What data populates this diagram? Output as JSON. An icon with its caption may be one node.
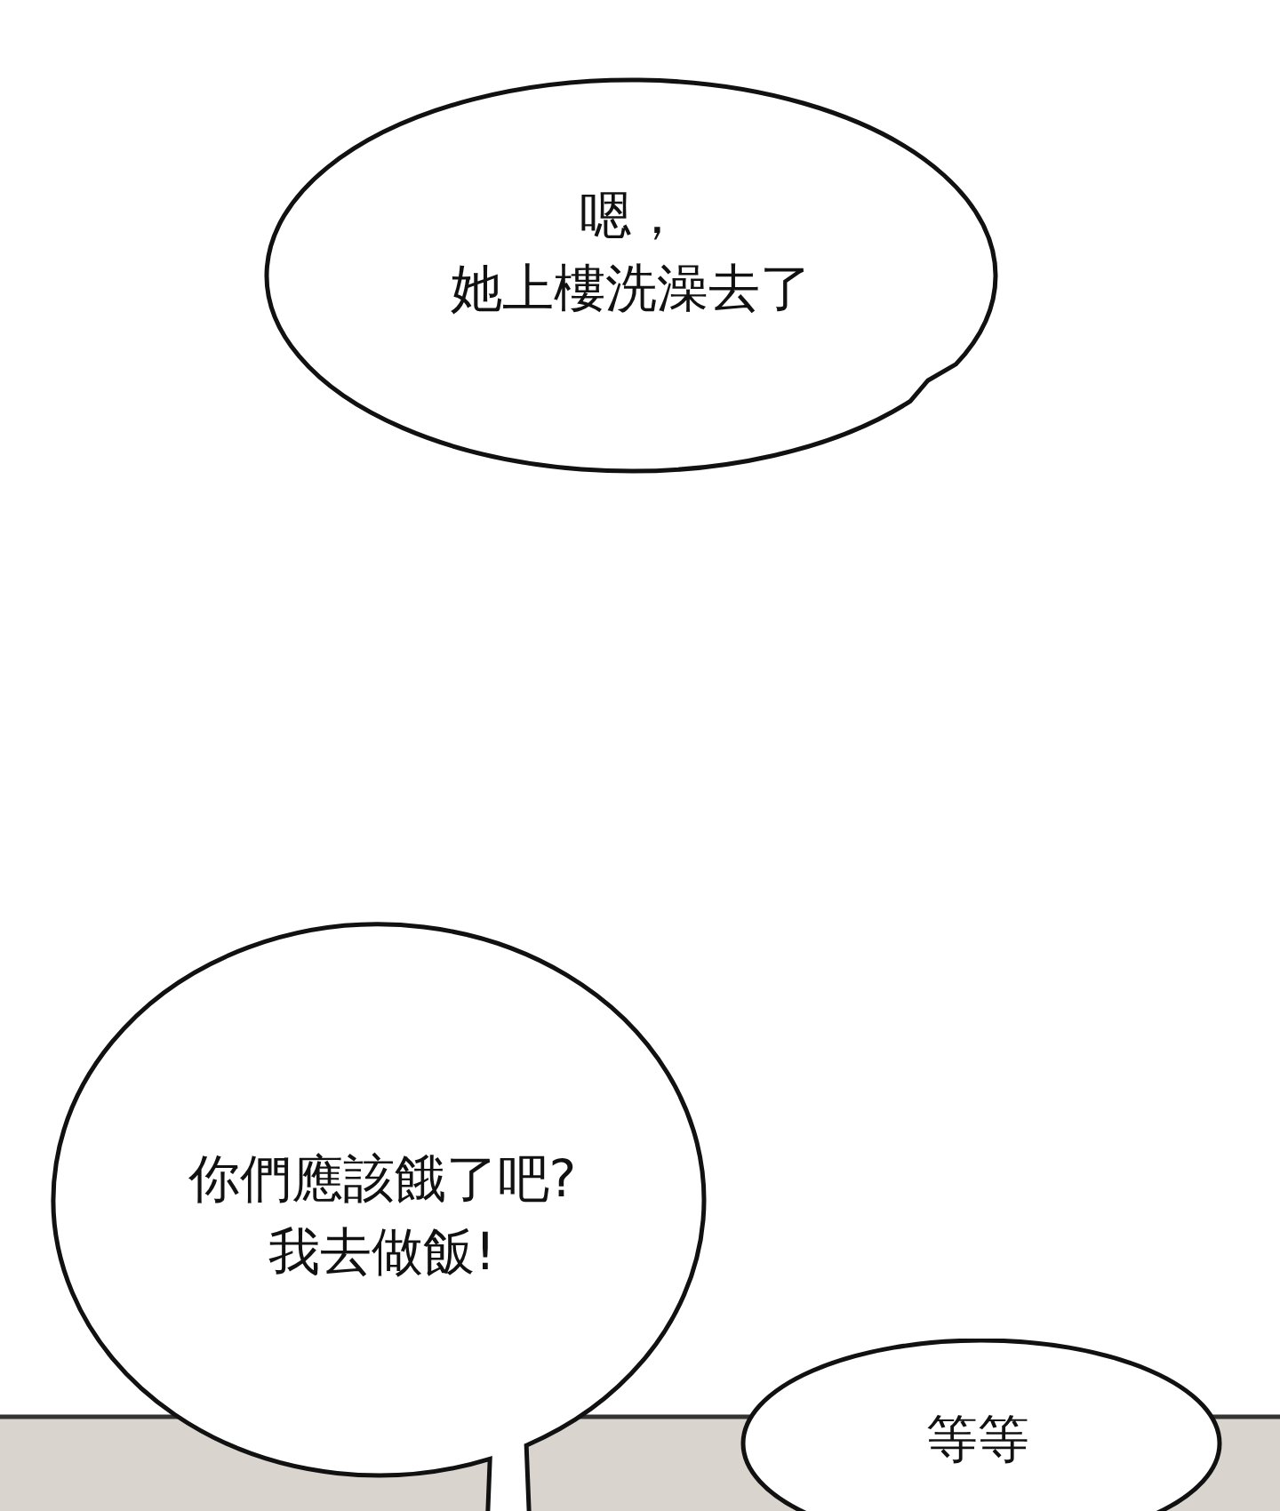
{
  "diagram": {
    "nodes": [
      {
        "text": [
          "嗯，她上樓洗澡去了"
        ]
      },
      {
        "text": [
          "你們應該餓了吧?我去做飯!"
        ]
      },
      {
        "text": [
          "等等"
        ]
      }
    ]
  }
}
